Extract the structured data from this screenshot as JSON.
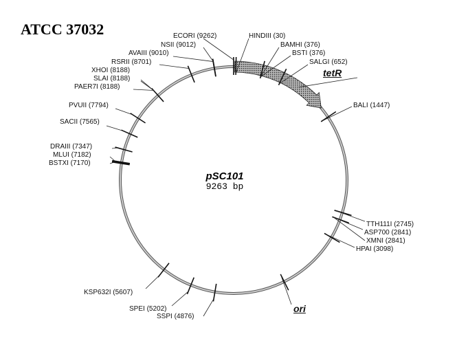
{
  "title": "ATCC 37032",
  "plasmid": {
    "name": "pSC101",
    "size_label": "9263 bp",
    "length_bp": 9263
  },
  "genes": {
    "tetR": "tetR",
    "ori": "ori"
  },
  "sites": [
    {
      "label": "ECORI (9262)",
      "pos": 9262
    },
    {
      "label": "NSII (9012)",
      "pos": 9012
    },
    {
      "label": "AVAIII (9010)",
      "pos": 9010
    },
    {
      "label": "RSRII (8701)",
      "pos": 8701
    },
    {
      "label": "XHOI (8188)",
      "pos": 8188
    },
    {
      "label": "SLAI (8188)",
      "pos": 8188
    },
    {
      "label": "PAER7I (8188)",
      "pos": 8188
    },
    {
      "label": "PVUII (7794)",
      "pos": 7794
    },
    {
      "label": "SACII (7565)",
      "pos": 7565
    },
    {
      "label": "DRAIII (7347)",
      "pos": 7347
    },
    {
      "label": "MLUI (7182)",
      "pos": 7182
    },
    {
      "label": "BSTXI (7170)",
      "pos": 7170
    },
    {
      "label": "HINDIII (30)",
      "pos": 30
    },
    {
      "label": "BAMHI (376)",
      "pos": 376
    },
    {
      "label": "BSTI (376)",
      "pos": 376
    },
    {
      "label": "SALGI (652)",
      "pos": 652
    },
    {
      "label": "BALI (1447)",
      "pos": 1447
    },
    {
      "label": "TTH111I (2745)",
      "pos": 2745
    },
    {
      "label": "ASP700 (2841)",
      "pos": 2841
    },
    {
      "label": "XMNI (2841)",
      "pos": 2841
    },
    {
      "label": "HPAI (3098)",
      "pos": 3098
    },
    {
      "label": "KSP632I (5607)",
      "pos": 5607
    },
    {
      "label": "SPEI (5202)",
      "pos": 5202
    },
    {
      "label": "SSPI (4876)",
      "pos": 4876
    }
  ],
  "features": [
    {
      "name": "tetR",
      "start": 0,
      "end": 1300
    },
    {
      "name": "ori",
      "pos": 3950
    }
  ]
}
